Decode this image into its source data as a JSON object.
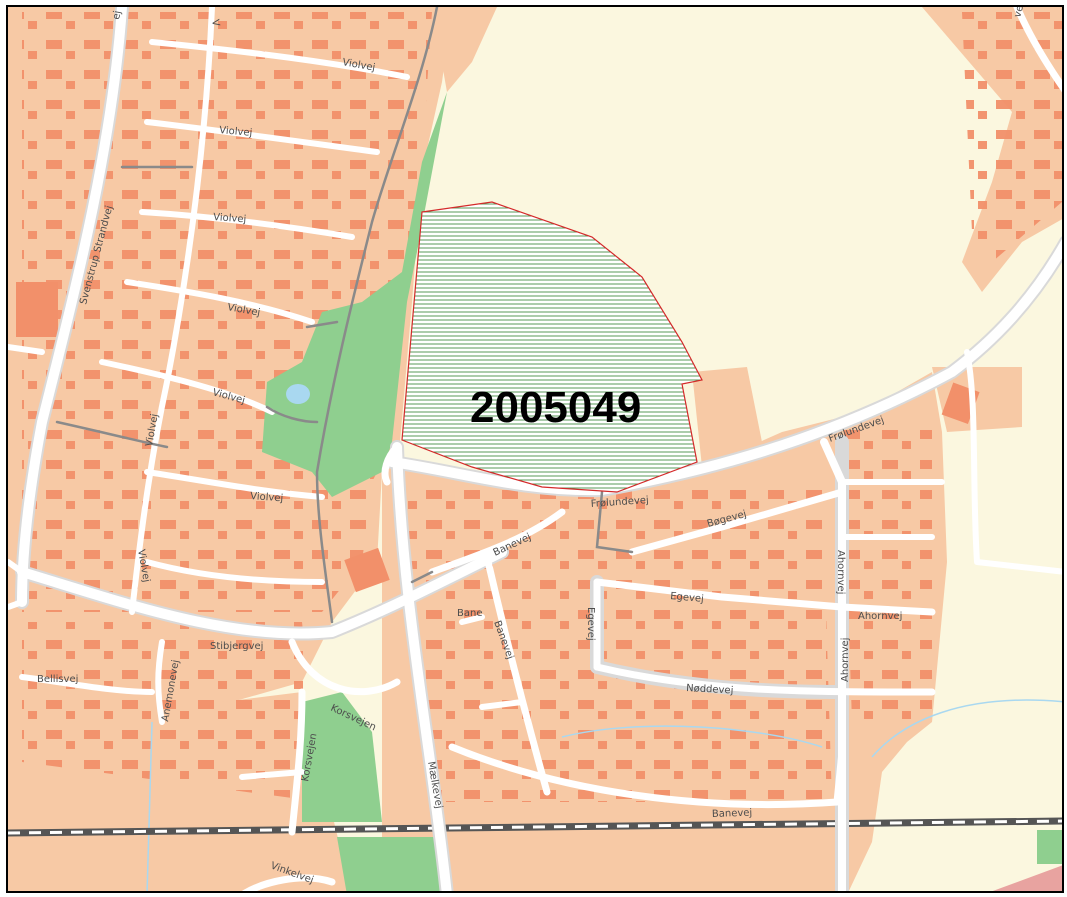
{
  "map": {
    "plot_label": "2005049",
    "colors": {
      "background": "#fbf7df",
      "residential": "#f7c9a5",
      "building": "#f2906a",
      "green": "#8fcf8f",
      "water": "#a9d8f0",
      "road": "#ffffff",
      "path": "#8a8a8a",
      "plot_outline": "#d42a2a",
      "plot_hatch": "#5a9a5a",
      "railway": "#555555"
    },
    "street_labels": {
      "violvej": "Violvej",
      "svenstrup_strandvej": "Svenstrup Strandvej",
      "frolundevej": "Frølundevej",
      "banevej": "Banevej",
      "bane": "Bane",
      "bogevej": "Bøgevej",
      "egevej": "Egevej",
      "ahornvej": "Ahornvej",
      "noddevej": "Nøddevej",
      "stibjergvej": "Stibjergvej",
      "bellisvej": "Bellisvej",
      "anemonevej": "Anemonevej",
      "korsvejen": "Korsvejen",
      "maelkevej": "Mælkevej",
      "vinkelvej": "Vinkelvej",
      "top_cut_1": "ej",
      "top_cut_2": "V",
      "top_right_cut": "vej"
    }
  }
}
